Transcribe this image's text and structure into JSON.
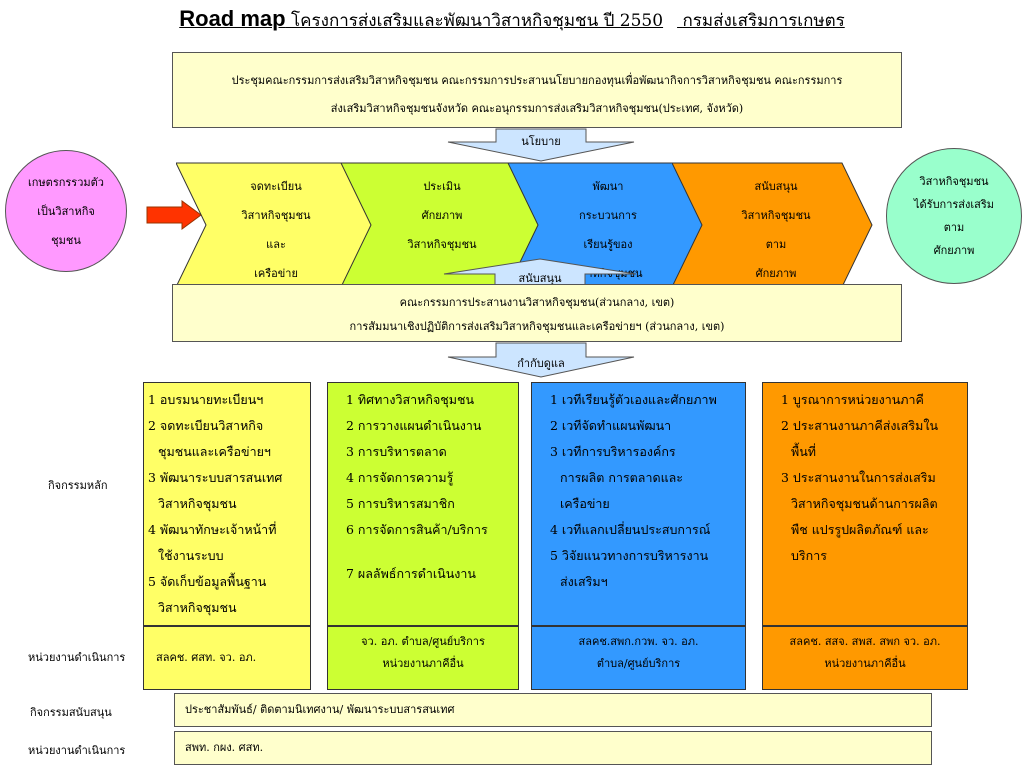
{
  "title": {
    "en": "Road map",
    "th": "โครงการส่งเสริมและพัฒนาวิสาหกิจชุมชน ปี 2550",
    "dept": "กรมส่งเสริมการเกษตร"
  },
  "top_box": {
    "line1": "ประชุมคณะกรรมการส่งเสริมวิสาหกิจชุมชน คณะกรรมการประสานนโยบายกองทุนเพื่อพัฒนากิจการวิสาหกิจชุมชน  คณะกรรมการ",
    "line2": "ส่งเสริมวิสาหกิจชุมชนจังหวัด คณะอนุกรรมการส่งเสริมวิสาหกิจชุมชน(ประเทศ, จังหวัด)"
  },
  "arrow_policy": "นโยบาย",
  "left_circle": [
    "เกษตรกรรวมตัว",
    "เป็นวิสาหกิจ",
    "ชุมชน"
  ],
  "right_circle": [
    "วิสาหกิจชุมชน",
    "ได้รับการส่งเสริม",
    "ตาม",
    "ศักยภาพ"
  ],
  "chevrons": [
    {
      "lines": [
        "จดทะเบียน",
        "วิสาหกิจชุมชน",
        "และ",
        "เครือข่าย"
      ],
      "color": "#ffff66"
    },
    {
      "lines": [
        "ประเมิน",
        "ศักยภาพ",
        "วิสาหกิจชุมชน",
        ""
      ],
      "color": "#ccff33"
    },
    {
      "lines": [
        "พัฒนา",
        "กระบวนการ",
        "เรียนรู้ของ",
        "วิสาหกิจชุมชน"
      ],
      "color": "#3399ff"
    },
    {
      "lines": [
        "สนับสนุน",
        "วิสาหกิจชุมชน",
        "ตาม",
        "ศักยภาพ"
      ],
      "color": "#ff9900"
    }
  ],
  "arrow_support": "สนับสนุน",
  "mid_box": {
    "line1": "คณะกรรมการประสานงานวิสาหกิจชุมชน(ส่วนกลาง, เขต)",
    "line2": "การสัมมนาเชิงปฏิบัติการส่งเสริมวิสาหกิจชุมชนและเครือข่ายฯ (ส่วนกลาง, เขต)"
  },
  "arrow_supervise": "กำกับดูแล",
  "label_main": "กิจกรรมหลัก",
  "label_unit": "หน่วยงานดำเนินการ",
  "label_support": "กิจกรรมสนับสนุน",
  "label_unit2": "หน่วยงานดำเนินการ",
  "columns": [
    {
      "lines": [
        "1 อบรมนายทะเบียนฯ",
        "2 จดทะเบียนวิสาหกิจ",
        "   ชุมชนและเครือข่ายฯ",
        "3 พัฒนาระบบสารสนเทศ",
        "   วิสาหกิจชุมชน",
        "4 พัฒนาทักษะเจ้าหน้าที่",
        "   ใช้งานระบบ",
        "5 จัดเก็บข้อมูลพื้นฐาน",
        "   วิสาหกิจชุมชน"
      ],
      "unit": [
        "สลคช. ศสท. จว. อภ.",
        ""
      ],
      "color": "#ffff66"
    },
    {
      "lines": [
        "1 ทิศทางวิสาหกิจชุมชน",
        "2 การวางแผนดำเนินงาน",
        "3 การบริหารตลาด",
        "4 การจัดการความรู้",
        "5 การบริหารสมาชิก",
        "6 การจัดการสินค้า/บริการ",
        "",
        "7 ผลลัพธ์การดำเนินงาน",
        ""
      ],
      "unit": [
        "จว. อภ. ตำบล/ศูนย์บริการ",
        "หน่วยงานภาคีอื่น"
      ],
      "color": "#ccff33"
    },
    {
      "lines": [
        "1 เวทีเรียนรู้ตัวเองและศักยภาพ",
        "2 เวทีจัดทำแผนพัฒนา",
        "3 เวทีการบริหารองค์กร",
        "   การผลิต การตลาดและ",
        "   เครือข่าย",
        "4 เวทีแลกเปลี่ยนประสบการณ์",
        "5 วิจัยแนวทางการบริหารงาน",
        "   ส่งเสริมฯ",
        ""
      ],
      "unit": [
        "สลคช.สพก.กวพ. จว. อภ.",
        "ตำบล/ศูนย์บริการ"
      ],
      "color": "#3399ff"
    },
    {
      "lines": [
        "1 บูรณาการหน่วยงานภาคี",
        "2 ประสานงานภาคีส่งเสริมใน",
        "   พื้นที่",
        "3 ประสานงานในการส่งเสริม",
        "   วิสาหกิจชุมชนด้านการผลิต",
        "   พืช แปรรูปผลิตภัณฑ์ และ",
        "   บริการ",
        "",
        ""
      ],
      "unit": [
        "สลคช. สสจ. สพส. สพก จว. อภ.",
        "หน่วยงานภาคีอื่น"
      ],
      "color": "#ff9900"
    }
  ],
  "support_row": "ประชาสัมพันธ์/ ติดตามนิเทศงาน/ พัฒนาระบบสารสนเทศ",
  "unit_row": "สพท. กผง. ศสท.",
  "colors": {
    "left_circle": "#ff99ff",
    "right_circle": "#99ffcc",
    "arrow": "#cce5ff",
    "red_arrow": "#ff3300",
    "box": "#ffffcc"
  }
}
